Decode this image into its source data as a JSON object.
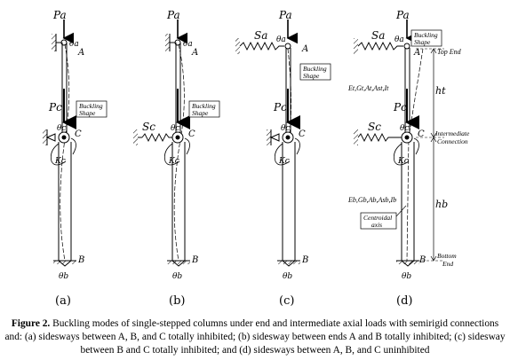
{
  "panels": [
    {
      "id": "a",
      "label": "(a)"
    },
    {
      "id": "b",
      "label": "(b)"
    },
    {
      "id": "c",
      "label": "(c)"
    },
    {
      "id": "d",
      "label": "(d)"
    }
  ],
  "symbols": {
    "Pa": "Pa",
    "Pc": "Pc",
    "A": "A",
    "B": "B",
    "C": "C",
    "Sa": "Sa",
    "Sc": "Sc",
    "Kc": "Kc",
    "theta_a": "θa",
    "theta_b": "θb",
    "theta_c": "θc"
  },
  "annotations": {
    "buckling_shape_line1": "Buckling",
    "buckling_shape_line2": "Shape",
    "top_end": "Top  End",
    "intermediate_line1": "Intermediate",
    "intermediate_line2": "Connection",
    "bottom_line1": "Bottom",
    "bottom_line2": "End",
    "upper_props": "Et,Gt,At,Ast,It",
    "lower_props": "Eb,Gb,Ab,Asb,Ib",
    "centroidal_line1": "Centroidal",
    "centroidal_line2": "axis",
    "ht": "ht",
    "hb": "hb"
  },
  "caption": {
    "label": "Figure 2.",
    "text": " Buckling modes of single-stepped columns under end and intermediate axial loads with semirigid connections and: (a) sidesways between A, B, and C totally inhibited; (b) sidesway between ends A and B totally inhibited; (c) sidesway between B and C totally inhibited; and (d) sidesways between A, B, and C uninhibited"
  }
}
